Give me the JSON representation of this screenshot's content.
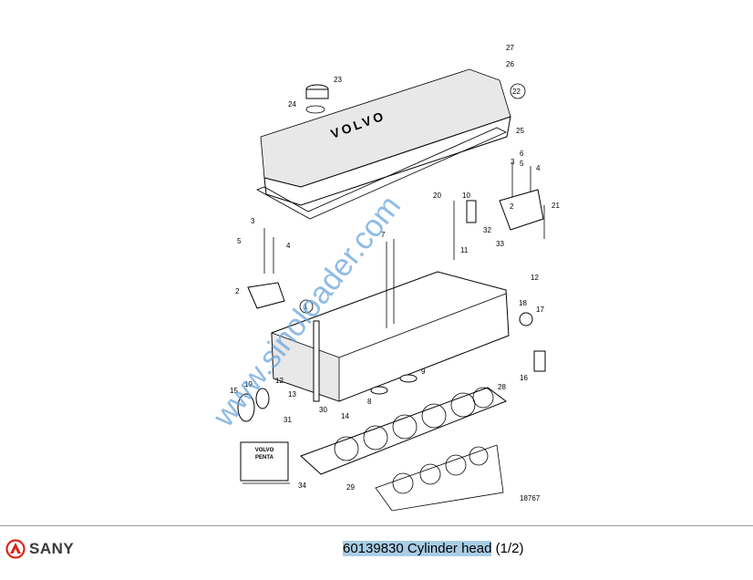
{
  "diagram": {
    "figure_number": "18767",
    "cover_brand": "VOLVO",
    "manual_label": [
      "VOLVO",
      "PENTA"
    ],
    "watermark": "www.sinoloader.com",
    "callouts": [
      "27",
      "26",
      "23",
      "24",
      "22",
      "25",
      "6",
      "3",
      "5",
      "4",
      "20",
      "10",
      "2",
      "32",
      "33",
      "11",
      "21",
      "3",
      "5",
      "4",
      "7",
      "2",
      "12",
      "1",
      "18",
      "17",
      "16",
      "9",
      "8",
      "14",
      "30",
      "13",
      "31",
      "12",
      "19",
      "15",
      "28",
      "34",
      "29"
    ]
  },
  "logo": {
    "text": "SANY",
    "color": "#d9261c"
  },
  "footer": {
    "title": "60139830 Cylinder head",
    "suffix": " (1/2)",
    "highlight_color": "#a9cde6"
  }
}
